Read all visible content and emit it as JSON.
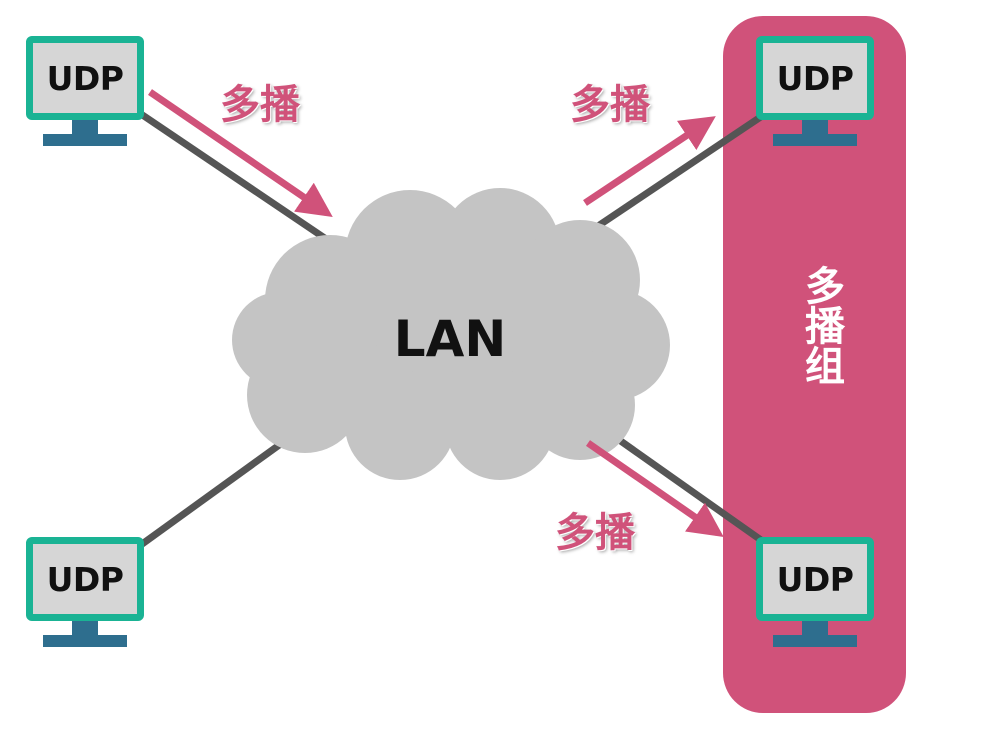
{
  "colors": {
    "group_fill": "#d0527a",
    "arrow_fill": "#d0527a",
    "screen_border": "#1ab394",
    "screen_fill": "#d6d6d6",
    "stand_fill": "#2e6e8e",
    "cloud_fill": "#c4c4c4",
    "link_line": "#555555"
  },
  "computers": [
    {
      "id": "sender",
      "label": "UDP",
      "icon": "monitor-icon"
    },
    {
      "id": "group-member-top",
      "label": "UDP",
      "icon": "monitor-icon"
    },
    {
      "id": "host-bottom-left",
      "label": "UDP",
      "icon": "monitor-icon"
    },
    {
      "id": "group-member-bottom",
      "label": "UDP",
      "icon": "monitor-icon"
    }
  ],
  "network": {
    "label": "LAN",
    "icon": "cloud-icon"
  },
  "arrows": [
    {
      "id": "sender-to-lan",
      "label": "多播"
    },
    {
      "id": "lan-to-top-member",
      "label": "多播"
    },
    {
      "id": "lan-to-bottom-member",
      "label": "多播"
    }
  ],
  "multicast_group": {
    "label": "多播组"
  }
}
